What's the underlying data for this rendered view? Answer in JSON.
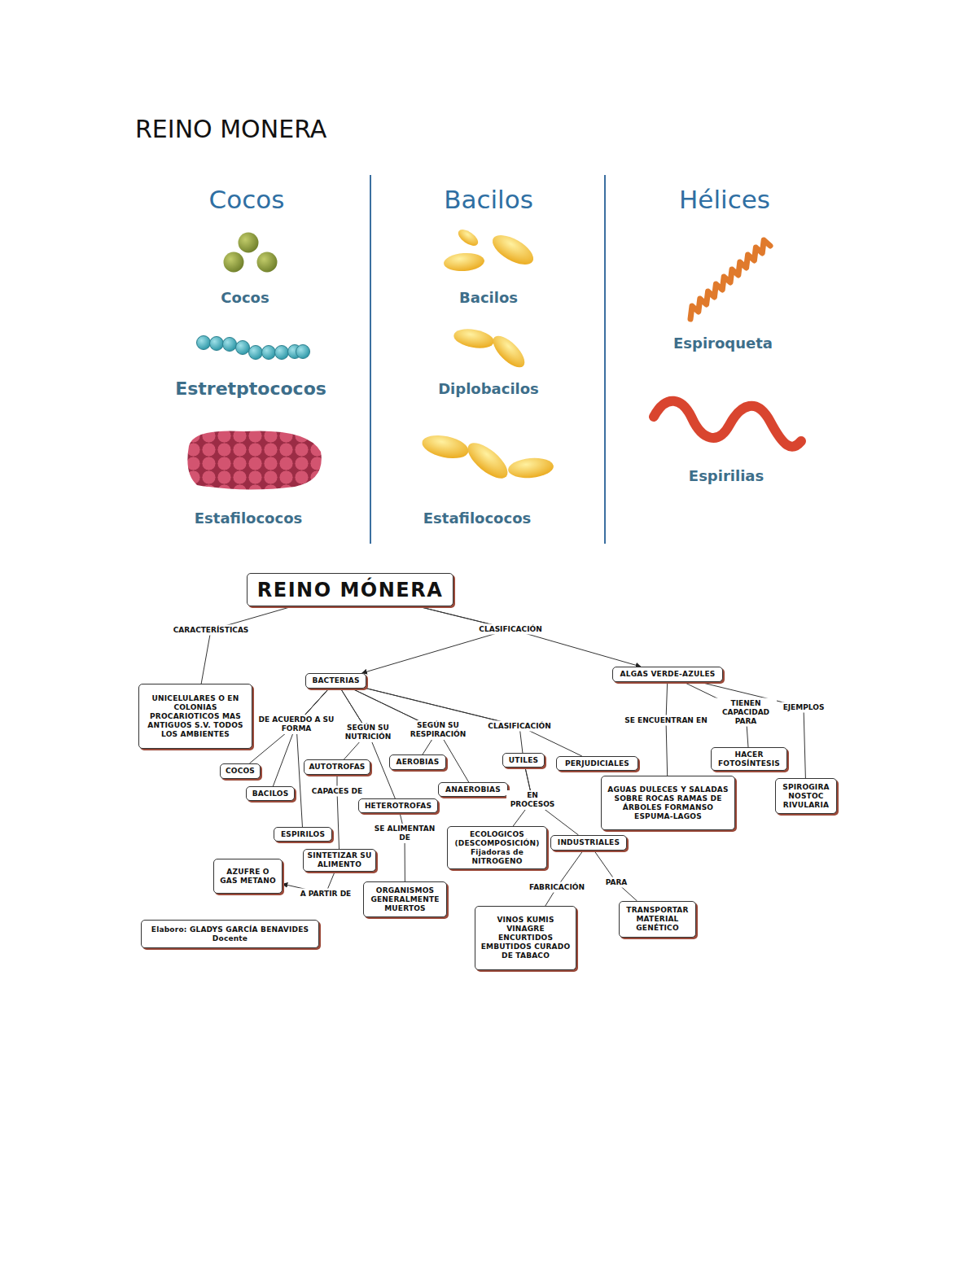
{
  "diagram": {
    "title": "REINO MONERA",
    "nodes": [
      {
        "text": [
          "REINO MÓNERA"
        ]
      },
      {
        "text": [
          "UNICELULARES O EN COLONIAS PROCARIOTICOS MAS ANTIGUOS S.V. TODOS LOS AMBIENTES"
        ]
      },
      {
        "text": [
          "BACTERIAS"
        ]
      },
      {
        "text": [
          "ALGAS VERDE-AZULES"
        ]
      },
      {
        "text": [
          "COCOS"
        ]
      },
      {
        "text": [
          "AUTOTROFAS"
        ]
      },
      {
        "text": [
          "AEROBIAS"
        ]
      },
      {
        "text": [
          "UTILES"
        ]
      },
      {
        "text": [
          "PERJUDICIALES"
        ]
      },
      {
        "text": [
          "HACER FOTOSÍNTESIS"
        ]
      },
      {
        "text": [
          "AGUAS DULECES Y SALADAS SOBRE ROCAS RAMAS DE ÁRBOLES FORMANSO ESPUMA-LAGOS"
        ]
      },
      {
        "text": [
          "SPIROGIRA NOSTOC RIVULARIA"
        ]
      },
      {
        "text": [
          "ANAEROBIAS"
        ]
      },
      {
        "text": [
          "BACILOS"
        ]
      },
      {
        "text": [
          "HETEROTROFAS"
        ]
      },
      {
        "text": [
          "ECOLOGICOS (DESCOMPOSICIÓN) Fijadoras de NITROGENO"
        ]
      },
      {
        "text": [
          "INDUSTRIALES"
        ]
      },
      {
        "text": [
          "ESPIRILOS"
        ]
      },
      {
        "text": [
          "SINTETIZAR SU ALIMENTO"
        ]
      },
      {
        "text": [
          "AZUFRE O GAS METANO"
        ]
      },
      {
        "text": [
          "ORGANISMOS GENERALMENTE MUERTOS"
        ]
      },
      {
        "text": [
          "TRANSPORTAR MATERIAL GENÉTICO"
        ]
      },
      {
        "text": [
          "VINOS KUMIS VINAGRE ENCURTIDOS EMBUTIDOS CURADO DE TABACO"
        ]
      },
      {
        "text": [
          "Elaboro: GLADYS GARCÍA BENAVIDES Docente"
        ]
      }
    ],
    "edges": [
      {
        "from": 0,
        "to": 1,
        "label": "CARACTERÍSTICAS",
        "arrow": "none"
      },
      {
        "from": 0,
        "to": 2,
        "label": "CLASIFICACIÓN",
        "arrow": "to"
      },
      {
        "from": 0,
        "to": 3,
        "arrow": "to"
      },
      {
        "from": 2,
        "to": 4,
        "label": "DE ACUERDO A SU FORMA",
        "arrow": "none"
      },
      {
        "from": 2,
        "to": 13,
        "arrow": "none"
      },
      {
        "from": 2,
        "to": 17,
        "arrow": "none"
      },
      {
        "from": 2,
        "to": 5,
        "label": "SEGÚN SU NUTRICIÓN",
        "arrow": "none"
      },
      {
        "from": 2,
        "to": 14,
        "arrow": "none"
      },
      {
        "from": 2,
        "to": 6,
        "label": "SEGÚN SU RESPIRACIÓN",
        "arrow": "none"
      },
      {
        "from": 2,
        "to": 12,
        "arrow": "none"
      },
      {
        "from": 2,
        "to": 7,
        "label": "CLASIFICACIÓN",
        "arrow": "none"
      },
      {
        "from": 2,
        "to": 8,
        "arrow": "none"
      },
      {
        "from": 5,
        "to": 18,
        "label": "CAPACES DE",
        "arrow": "none"
      },
      {
        "from": 18,
        "to": 19,
        "label": "A PARTIR DE",
        "arrow": "to"
      },
      {
        "from": 14,
        "to": 20,
        "label": "SE ALIMENTAN DE",
        "arrow": "none"
      },
      {
        "from": 7,
        "to": 15,
        "label": "EN PROCESOS",
        "arrow": "none"
      },
      {
        "from": 7,
        "to": 16,
        "arrow": "none"
      },
      {
        "from": 16,
        "to": 22,
        "label": "FABRICACIÓN",
        "arrow": "none"
      },
      {
        "from": 16,
        "to": 21,
        "label": "PARA",
        "arrow": "none"
      },
      {
        "from": 3,
        "to": 10,
        "label": "SE ENCUENTRAN EN",
        "arrow": "none"
      },
      {
        "from": 3,
        "to": 9,
        "label": "TIENEN CAPACIDAD PARA",
        "arrow": "none"
      },
      {
        "from": 3,
        "to": 11,
        "label": "EJEMPLOS",
        "arrow": "none"
      }
    ],
    "labels": [
      "Cocos",
      "Bacilos",
      "Hélices",
      "Cocos",
      "Estretptococos",
      "Estafilococos",
      "Bacilos",
      "Diplobacilos",
      "Estafilococos",
      "Espiroqueta",
      "Espirilias"
    ]
  }
}
